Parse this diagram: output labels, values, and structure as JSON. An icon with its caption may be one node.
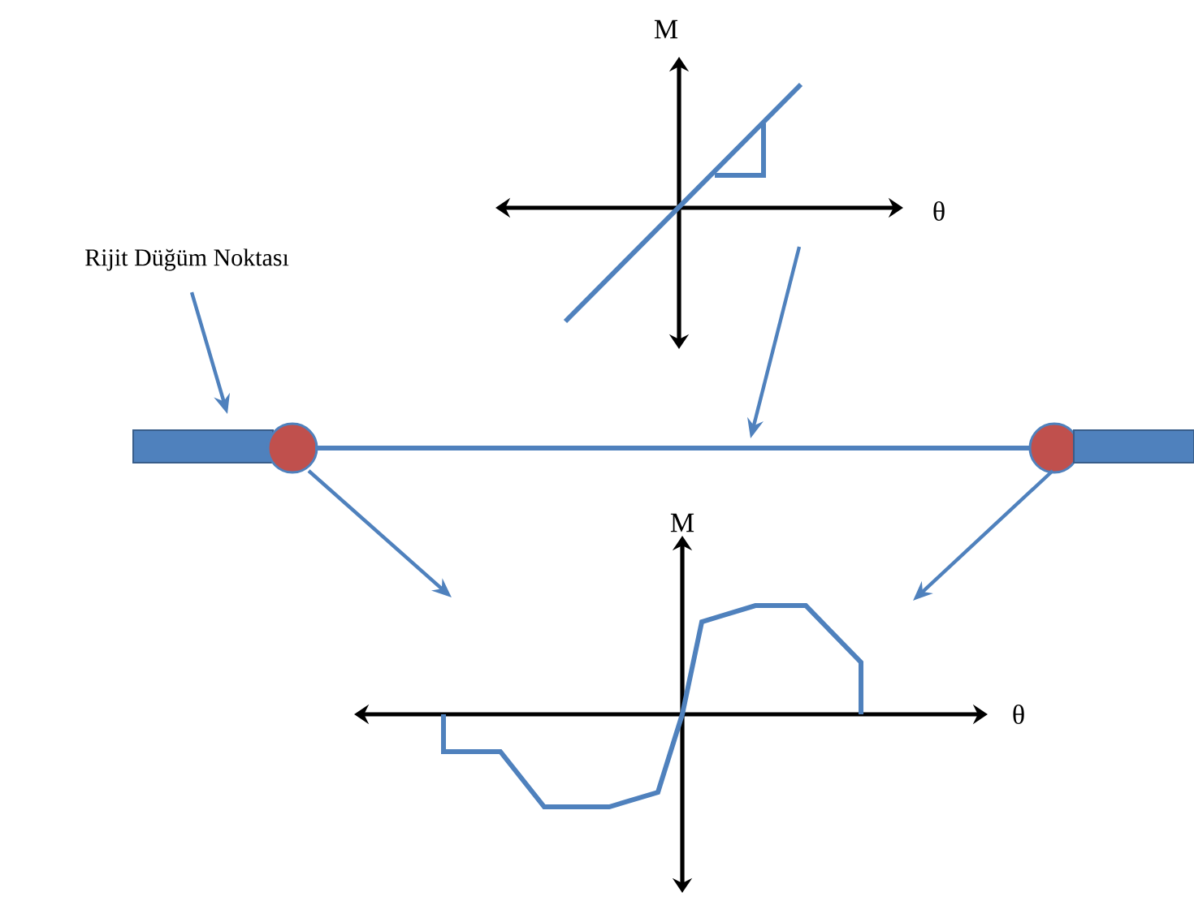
{
  "diagram": {
    "nodes": [
      {
        "text": [
          "Rijit Düğüm Noktası"
        ]
      },
      {
        "text": [],
        "shape": "bar"
      },
      {
        "text": [],
        "shape": "circle"
      },
      {
        "text": [],
        "shape": "bar"
      },
      {
        "text": [],
        "shape": "circle"
      },
      {
        "text": [],
        "shape": "bar"
      },
      {
        "text": [],
        "shape": "picture",
        "beside": [
          "M",
          "θ"
        ]
      },
      {
        "text": [],
        "shape": "picture",
        "beside": [
          "M",
          "θ"
        ]
      }
    ],
    "edges": [
      {
        "from": 0,
        "to": 1,
        "arrow": "to"
      },
      {
        "from": 6,
        "to": 3,
        "arrow": "to"
      },
      {
        "from": 2,
        "to": 7,
        "arrow": "to"
      },
      {
        "from": 4,
        "to": 7,
        "arrow": "to"
      }
    ]
  }
}
